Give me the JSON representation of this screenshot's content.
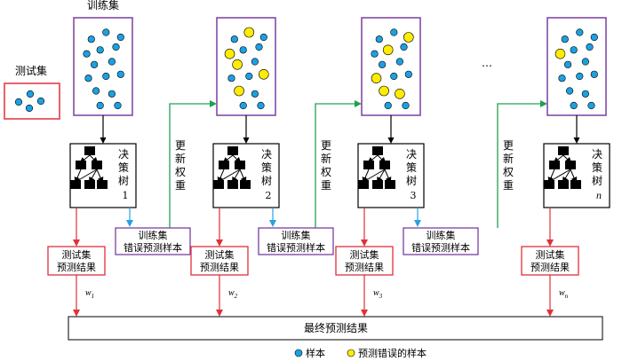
{
  "training_set_label": "训练集",
  "test_set_label": "测试集",
  "ellipsis": "…",
  "update_weights_label": "更新权重",
  "final_result_label": "最终预测结果",
  "trees": [
    {
      "label": "决策树",
      "index": "1",
      "weight": "w",
      "weight_sub": "1",
      "index_italic": false,
      "yellow_count": 0
    },
    {
      "label": "决策树",
      "index": "2",
      "weight": "w",
      "weight_sub": "2",
      "index_italic": false,
      "yellow_count": 5
    },
    {
      "label": "决策树",
      "index": "3",
      "weight": "w",
      "weight_sub": "3",
      "index_italic": false,
      "yellow_count": 5
    },
    {
      "label": "决策树",
      "index": "n",
      "weight": "w",
      "weight_sub": "n",
      "index_italic": true,
      "yellow_count": 1
    }
  ],
  "test_result_label_line1": "测试集",
  "test_result_label_line2": "预测结果",
  "train_error_label_line1": "训练集",
  "train_error_label_line2": "错误预测样本",
  "legend": {
    "sample": "样本",
    "misclassified": "预测错误的样本"
  },
  "colors": {
    "sample": "#1ba1e2",
    "misclassified": "#ffec00",
    "frame_purple": "#7b3fa0",
    "frame_red": "#e0303a",
    "arrow_red": "#e0303a",
    "arrow_green": "#20a050",
    "arrow_blue": "#2aa0e0",
    "black": "#000000"
  }
}
